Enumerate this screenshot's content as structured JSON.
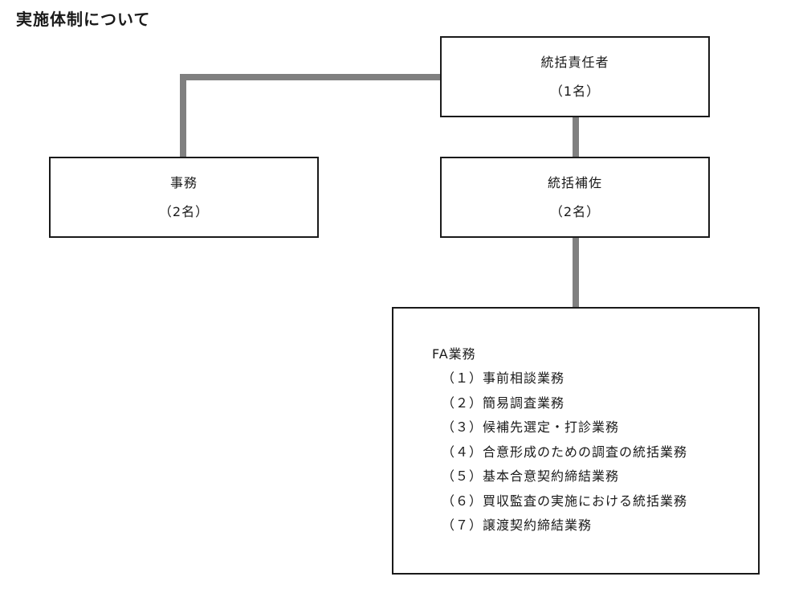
{
  "title": "実施体制について",
  "org": {
    "lead": {
      "role": "統括責任者",
      "count": "（1名）"
    },
    "office": {
      "role": "事務",
      "count": "（2名）"
    },
    "assistant": {
      "role": "統括補佐",
      "count": "（2名）"
    }
  },
  "fa_services": {
    "heading": "FA業務",
    "items": [
      "（１）事前相談業務",
      "（２）簡易調査業務",
      "（３）候補先選定・打診業務",
      "（４）合意形成のための調査の統括業務",
      "（５）基本合意契約締結業務",
      "（６）買収監査の実施における統括業務",
      "（７）譲渡契約締結業務"
    ]
  },
  "colors": {
    "connector": "#808080",
    "border": "#1a1a1a",
    "text": "#1a1a1a"
  }
}
